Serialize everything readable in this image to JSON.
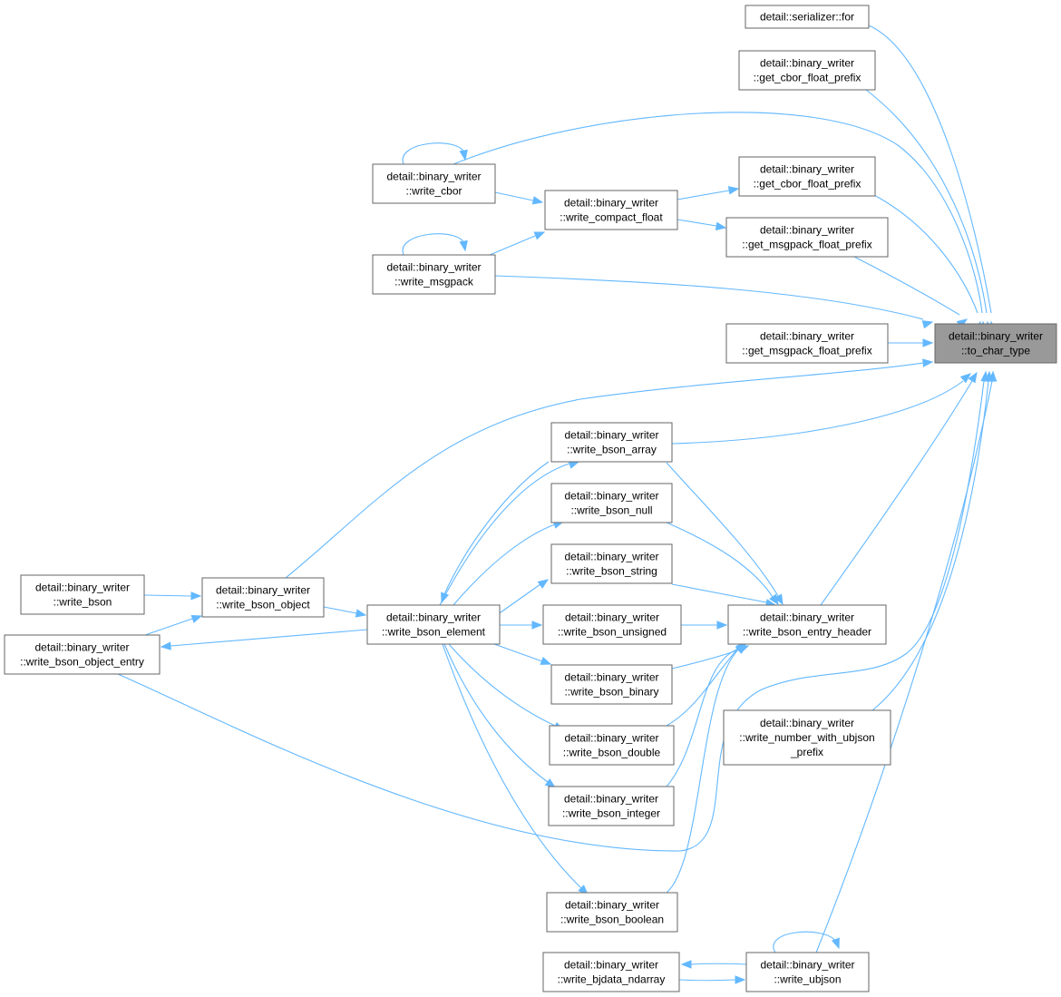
{
  "graph": {
    "target": "n0",
    "nodes": [
      {
        "id": "n0",
        "lines": [
          "detail::binary_writer",
          "::to_char_type"
        ],
        "target": true
      },
      {
        "id": "n1",
        "lines": [
          "detail::serializer::for"
        ]
      },
      {
        "id": "n2",
        "lines": [
          "detail::binary_writer",
          "::get_cbor_float_prefix"
        ]
      },
      {
        "id": "n3",
        "lines": [
          "detail::binary_writer",
          "::write_cbor"
        ]
      },
      {
        "id": "n4",
        "lines": [
          "detail::binary_writer",
          "::write_compact_float"
        ]
      },
      {
        "id": "n5",
        "lines": [
          "detail::binary_writer",
          "::get_cbor_float_prefix"
        ]
      },
      {
        "id": "n6",
        "lines": [
          "detail::binary_writer",
          "::get_msgpack_float_prefix"
        ]
      },
      {
        "id": "n7",
        "lines": [
          "detail::binary_writer",
          "::write_msgpack"
        ]
      },
      {
        "id": "n8",
        "lines": [
          "detail::binary_writer",
          "::get_msgpack_float_prefix"
        ]
      },
      {
        "id": "n9",
        "lines": [
          "detail::binary_writer",
          "::write_bson_array"
        ]
      },
      {
        "id": "n10",
        "lines": [
          "detail::binary_writer",
          "::write_bson_null"
        ]
      },
      {
        "id": "n11",
        "lines": [
          "detail::binary_writer",
          "::write_bson_string"
        ]
      },
      {
        "id": "n12",
        "lines": [
          "detail::binary_writer",
          "::write_bson"
        ]
      },
      {
        "id": "n13",
        "lines": [
          "detail::binary_writer",
          "::write_bson_object"
        ]
      },
      {
        "id": "n14",
        "lines": [
          "detail::binary_writer",
          "::write_bson_element"
        ]
      },
      {
        "id": "n15",
        "lines": [
          "detail::binary_writer",
          "::write_bson_unsigned"
        ]
      },
      {
        "id": "n16",
        "lines": [
          "detail::binary_writer",
          "::write_bson_entry_header"
        ]
      },
      {
        "id": "n17",
        "lines": [
          "detail::binary_writer",
          "::write_bson_object_entry"
        ]
      },
      {
        "id": "n18",
        "lines": [
          "detail::binary_writer",
          "::write_bson_binary"
        ]
      },
      {
        "id": "n19",
        "lines": [
          "detail::binary_writer",
          "::write_bson_double"
        ]
      },
      {
        "id": "n20",
        "lines": [
          "detail::binary_writer",
          "::write_number_with_ubjson",
          "_prefix"
        ]
      },
      {
        "id": "n21",
        "lines": [
          "detail::binary_writer",
          "::write_bson_integer"
        ]
      },
      {
        "id": "n22",
        "lines": [
          "detail::binary_writer",
          "::write_bson_boolean"
        ]
      },
      {
        "id": "n23",
        "lines": [
          "detail::binary_writer",
          "::write_bjdata_ndarray"
        ]
      },
      {
        "id": "n24",
        "lines": [
          "detail::binary_writer",
          "::write_ubjson"
        ]
      }
    ],
    "edges": [
      [
        "n1",
        "n0"
      ],
      [
        "n2",
        "n0"
      ],
      [
        "n3",
        "n0"
      ],
      [
        "n5",
        "n0"
      ],
      [
        "n6",
        "n0"
      ],
      [
        "n7",
        "n0"
      ],
      [
        "n8",
        "n0"
      ],
      [
        "n13",
        "n0"
      ],
      [
        "n9",
        "n0"
      ],
      [
        "n16",
        "n0"
      ],
      [
        "n17",
        "n0"
      ],
      [
        "n20",
        "n0"
      ],
      [
        "n24",
        "n0"
      ],
      [
        "n3",
        "n3"
      ],
      [
        "n3",
        "n4"
      ],
      [
        "n7",
        "n7"
      ],
      [
        "n7",
        "n4"
      ],
      [
        "n4",
        "n5"
      ],
      [
        "n4",
        "n6"
      ],
      [
        "n12",
        "n13"
      ],
      [
        "n17",
        "n13"
      ],
      [
        "n13",
        "n14"
      ],
      [
        "n9",
        "n14"
      ],
      [
        "n14",
        "n9"
      ],
      [
        "n14",
        "n10"
      ],
      [
        "n14",
        "n11"
      ],
      [
        "n14",
        "n15"
      ],
      [
        "n14",
        "n17"
      ],
      [
        "n14",
        "n18"
      ],
      [
        "n14",
        "n19"
      ],
      [
        "n14",
        "n21"
      ],
      [
        "n14",
        "n22"
      ],
      [
        "n9",
        "n16"
      ],
      [
        "n10",
        "n16"
      ],
      [
        "n11",
        "n16"
      ],
      [
        "n15",
        "n16"
      ],
      [
        "n18",
        "n16"
      ],
      [
        "n19",
        "n16"
      ],
      [
        "n21",
        "n16"
      ],
      [
        "n22",
        "n16"
      ],
      [
        "n24",
        "n24"
      ],
      [
        "n24",
        "n23"
      ],
      [
        "n23",
        "n24"
      ]
    ]
  }
}
